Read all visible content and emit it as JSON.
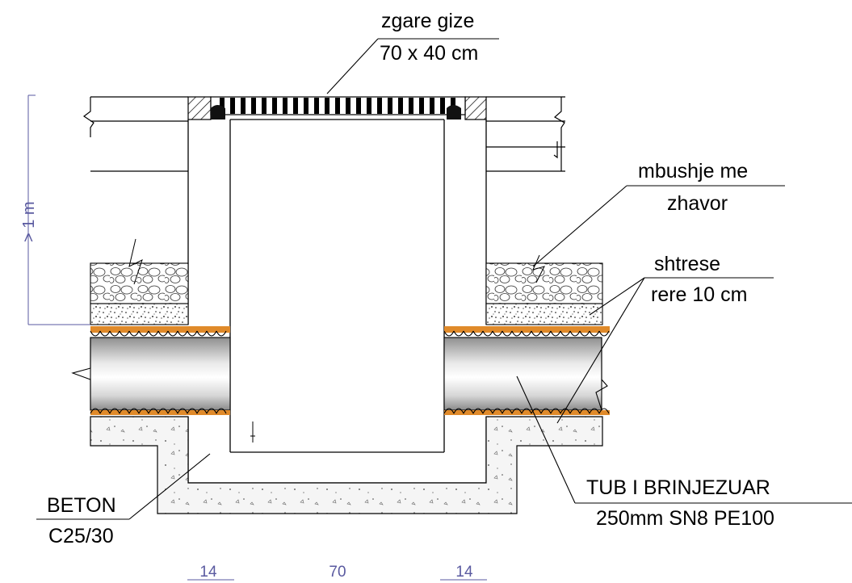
{
  "labels": {
    "grate_line1": "zgare gize",
    "grate_line2": "70 x 40 cm",
    "gravel_line1": "mbushje me",
    "gravel_line2": "zhavor",
    "sand_line1": "shtrese",
    "sand_line2": "rere 10 cm",
    "pipe_line1": "TUB  I BRINJEZUAR",
    "pipe_line2": "250mm SN8 PE100",
    "concrete_line1": "BETON",
    "concrete_line2": "C25/30"
  },
  "dimensions": {
    "depth": "> 1 m",
    "wall_left": "14",
    "inner_width": "70",
    "wall_right": "14"
  },
  "colors": {
    "line": "#000000",
    "dimension": "#5a5aa0",
    "pipe_band": "#e08a2a",
    "pipe_shade": "#8a8a8a",
    "concrete_fill": "#f4f4f4"
  }
}
